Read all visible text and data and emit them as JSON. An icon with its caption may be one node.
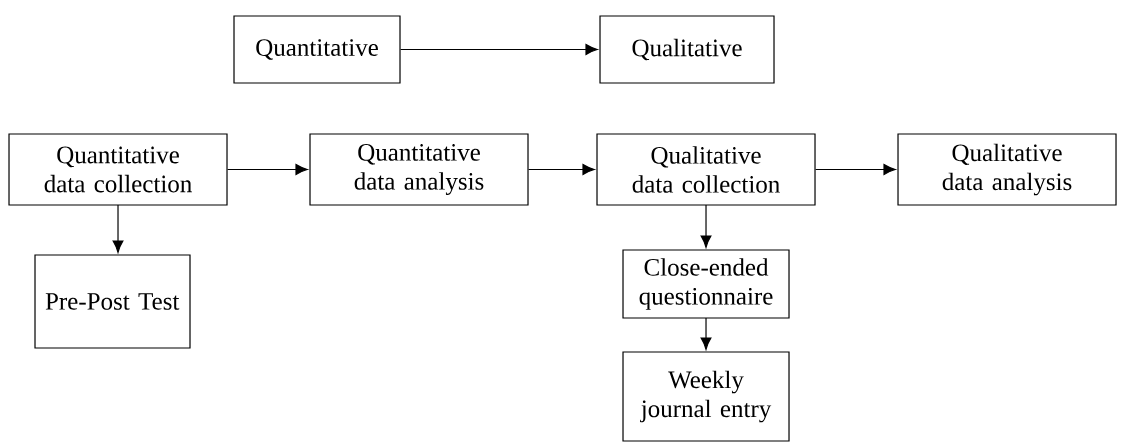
{
  "diagram": {
    "nodes": [
      {
        "text": [
          "Quantitative"
        ]
      },
      {
        "text": [
          "Qualitative"
        ]
      },
      {
        "text": [
          "Quantitative data collection"
        ]
      },
      {
        "text": [
          "Quantitative data analysis"
        ]
      },
      {
        "text": [
          "Qualitative data collection"
        ]
      },
      {
        "text": [
          "Qualitative data analysis"
        ]
      },
      {
        "text": [
          "Pre-Post Test"
        ]
      },
      {
        "text": [
          "Close-ended questionnaire"
        ]
      },
      {
        "text": [
          "Weekly journal entry"
        ]
      }
    ],
    "edges": [
      {
        "from": 0,
        "to": 1,
        "arrow": "to"
      },
      {
        "from": 2,
        "to": 3,
        "arrow": "to"
      },
      {
        "from": 3,
        "to": 4,
        "arrow": "to"
      },
      {
        "from": 4,
        "to": 5,
        "arrow": "to"
      },
      {
        "from": 2,
        "to": 6,
        "arrow": "to"
      },
      {
        "from": 4,
        "to": 7,
        "arrow": "to"
      },
      {
        "from": 7,
        "to": 8,
        "arrow": "to"
      }
    ]
  }
}
